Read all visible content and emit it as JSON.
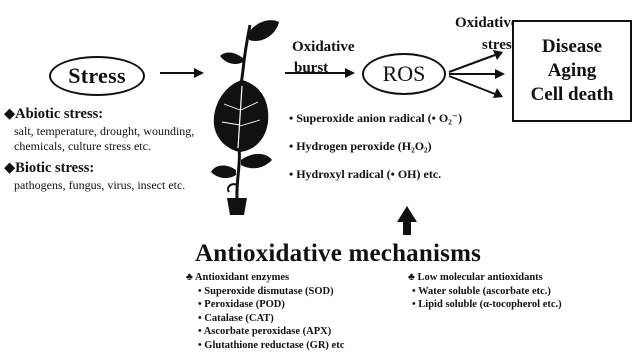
{
  "stress": {
    "label": "Stress"
  },
  "oxidative_burst": {
    "line1": "Oxidative",
    "line2": "burst"
  },
  "ros": {
    "label": "ROS"
  },
  "oxidative_stress": {
    "line1": "Oxidative",
    "line2": "stress"
  },
  "outcomes": {
    "items": [
      "Disease",
      "Aging",
      "Cell death"
    ]
  },
  "abiotic": {
    "heading": "◆Abiotic stress:",
    "line1": "salt, temperature, drought, wounding,",
    "line2": "chemicals, culture stress etc."
  },
  "biotic": {
    "heading": "◆Biotic stress:",
    "line1": "pathogens, fungus, virus, insect etc."
  },
  "ros_species": {
    "items": [
      "• Superoxide anion radical (• O₂⁻)",
      "• Hydrogen peroxide (H₂O₂)",
      "• Hydroxyl radical (• OH) etc."
    ]
  },
  "antioxidative": {
    "title": "Antioxidative mechanisms",
    "enzymes_heading": "♣ Antioxidant enzymes",
    "enzymes": [
      "• Superoxide dismutase (SOD)",
      "• Peroxidase (POD)",
      "• Catalase (CAT)",
      "• Ascorbate peroxidase (APX)",
      "• Glutathione reductase (GR) etc"
    ],
    "low_heading": "♣ Low molecular antioxidants",
    "low": [
      "• Water soluble (ascorbate etc.)",
      "• Lipid soluble (α-tocopherol etc.)"
    ]
  },
  "colors": {
    "ink": "#111111",
    "background": "#ffffff"
  },
  "icons": {
    "plant": "plant-icon"
  }
}
